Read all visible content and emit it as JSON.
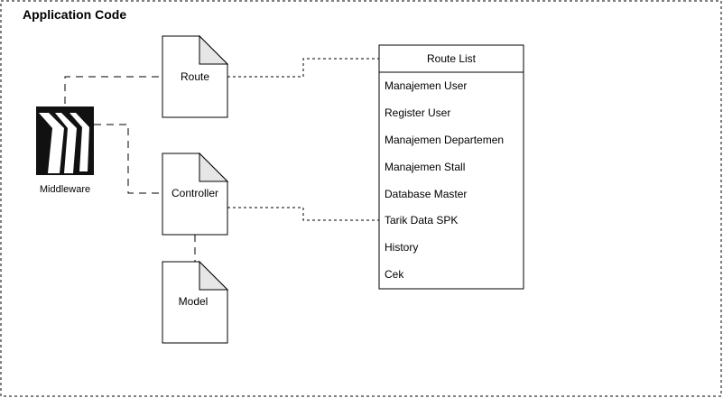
{
  "container": {
    "title": "Application Code"
  },
  "nodes": {
    "route": {
      "label": "Route"
    },
    "controller": {
      "label": "Controller"
    },
    "model": {
      "label": "Model"
    },
    "middleware": {
      "label": "Middleware",
      "icon": "middleware-logo-icon"
    }
  },
  "route_list": {
    "title": "Route List",
    "items": [
      "Manajemen User",
      "Register User",
      "Manajemen Departemen",
      "Manajemen Stall",
      "Database Master",
      "Tarik Data SPK",
      "History",
      "Cek"
    ]
  },
  "colors": {
    "stroke": "#000000",
    "document_fill": "#ffffff",
    "fold_fill": "#e6e6e6",
    "logo_background": "#111111",
    "logo_stripes": "#ffffff"
  }
}
